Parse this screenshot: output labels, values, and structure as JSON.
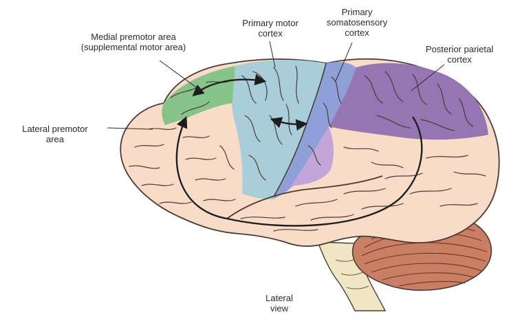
{
  "labels": {
    "medial_premotor_line1": "Medial premotor area",
    "medial_premotor_line2": "(supplemental motor area)",
    "primary_motor_line1": "Primary motor",
    "primary_motor_line2": "cortex",
    "somatosensory_line1": "Primary",
    "somatosensory_line2": "somatosensory",
    "somatosensory_line3": "cortex",
    "posterior_parietal_line1": "Posterior parietal",
    "posterior_parietal_line2": "cortex",
    "lateral_premotor_line1": "Lateral premotor",
    "lateral_premotor_line2": "area",
    "view_line1": "Lateral",
    "view_line2": "view"
  },
  "colors": {
    "cortex": "#f8dcc8",
    "outline": "#4a3a34",
    "medial_premotor": "#86c48a",
    "primary_motor": "#a9cdd9",
    "somatosensory": "#8fa0d8",
    "posterior_parietal": "#9576b2",
    "parietal_lower": "#c3a6d8",
    "cerebellum": "#c97f64",
    "brainstem": "#f1e6c4",
    "arrow": "#1e1e1e"
  }
}
